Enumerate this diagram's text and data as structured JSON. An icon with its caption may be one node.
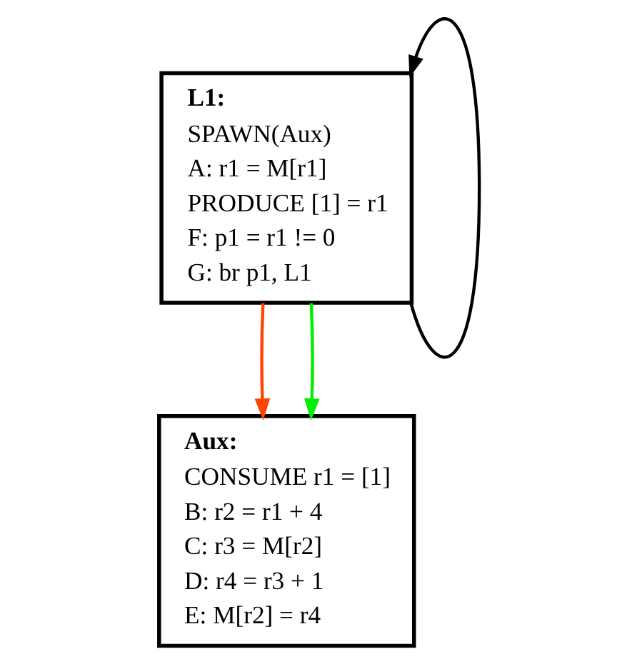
{
  "diagram": {
    "nodes": [
      {
        "text": [
          "L1:",
          "SPAWN(Aux)",
          "A: r1 = M[r1]",
          "PRODUCE [1] = r1",
          "F: p1 = r1 != 0",
          "G: br p1, L1"
        ]
      },
      {
        "text": [
          "Aux:",
          "CONSUME r1 = [1]",
          "B: r2 = r1 + 4",
          "C: r3 = M[r2]",
          "D: r4 = r3 + 1",
          "E: M[r2] = r4"
        ]
      }
    ],
    "edges": [
      {
        "from": 0,
        "to": 0,
        "arrow": "to"
      },
      {
        "from": 0,
        "to": 1,
        "arrow": "to",
        "color": "#ff4500"
      },
      {
        "from": 0,
        "to": 1,
        "arrow": "to",
        "color": "#00ee00"
      }
    ]
  }
}
